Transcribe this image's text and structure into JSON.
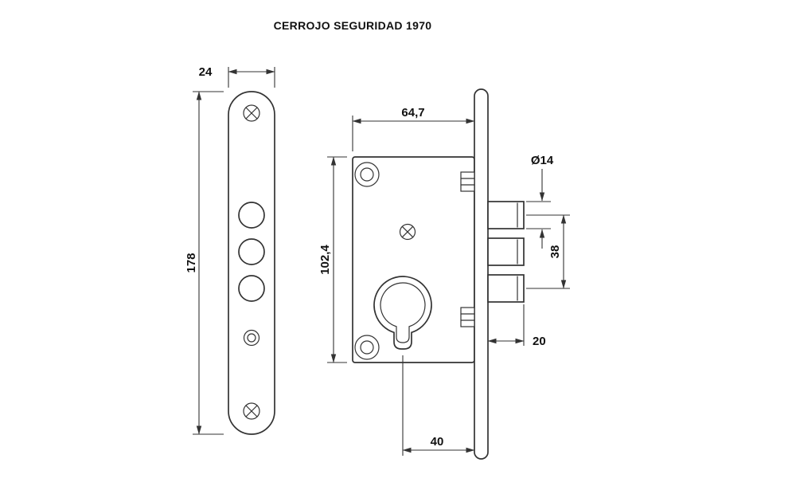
{
  "title": "CERROJO SEGURIDAD 1970",
  "colors": {
    "line": "#333333",
    "text": "#111111",
    "background": "#ffffff"
  },
  "dimensions": {
    "plate_width": "24",
    "plate_height": "178",
    "case_width": "64,7",
    "case_height": "102,4",
    "bolt_diameter": "Ø14",
    "bolt_spacing": "38",
    "bolt_throw": "20",
    "backset": "40"
  }
}
